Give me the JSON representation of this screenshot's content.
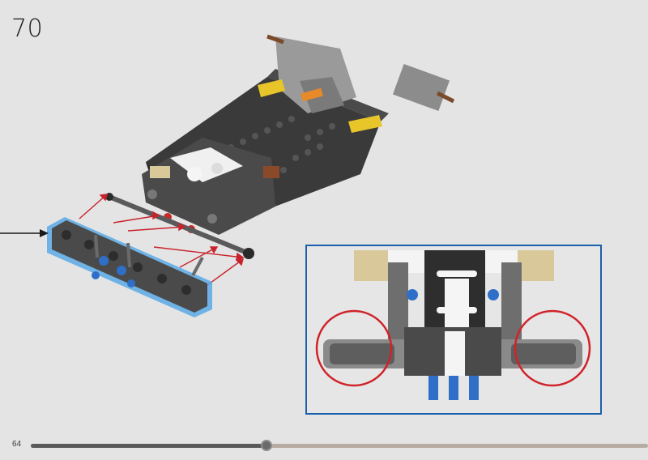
{
  "step": {
    "number": "70"
  },
  "page": {
    "number": "64"
  },
  "progress": {
    "fraction": 0.382
  },
  "colors": {
    "callout_border": "#1a60ad",
    "highlight_circle": "#d0232a",
    "assembly_arrow": "#c8232c",
    "part_glow": "#5aa9e6"
  }
}
